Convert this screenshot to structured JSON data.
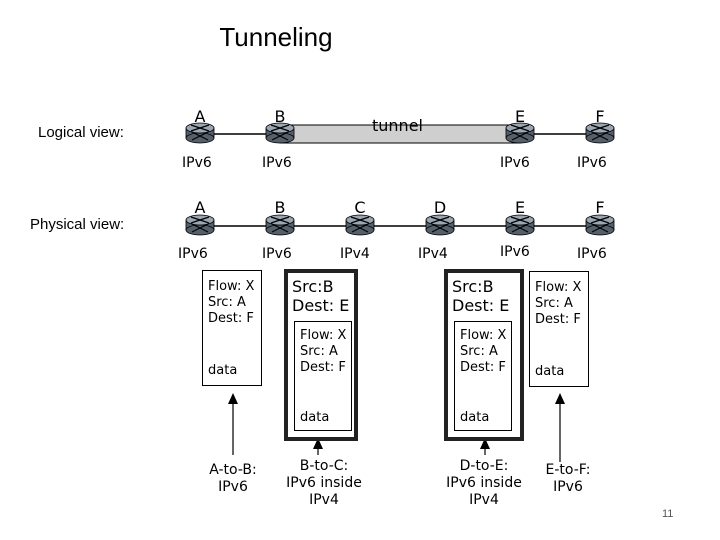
{
  "title": "Tunneling",
  "logical": {
    "label": "Logical view:",
    "tunnel_label": "tunnel",
    "nodes": [
      "A",
      "B",
      "E",
      "F"
    ],
    "protocols": [
      "IPv6",
      "IPv6",
      "IPv6",
      "IPv6"
    ]
  },
  "physical": {
    "label": "Physical view:",
    "nodes": [
      "A",
      "B",
      "C",
      "D",
      "E",
      "F"
    ],
    "protocols": [
      "IPv6",
      "IPv6",
      "IPv4",
      "IPv4",
      "IPv6",
      "IPv6"
    ]
  },
  "packets": {
    "a_to_b": {
      "flow": "Flow: X\nSrc: A\nDest: F",
      "data": "data",
      "caption": "A-to-B:\nIPv6"
    },
    "b_to_c": {
      "header": "Src:B\nDest: E",
      "flow": "Flow: X\nSrc: A\nDest: F",
      "data": "data",
      "caption": "B-to-C:\nIPv6 inside\nIPv4"
    },
    "d_to_e": {
      "header": "Src:B\nDest: E",
      "flow": "Flow: X\nSrc: A\nDest: F",
      "data": "data",
      "caption": "D-to-E:\nIPv6 inside\nIPv4"
    },
    "e_to_f": {
      "flow": "Flow: X\nSrc: A\nDest: F",
      "data": "data",
      "caption": "E-to-F:\nIPv6"
    }
  },
  "page_number": "11",
  "colors": {
    "router_fill": "#9aa7b3",
    "router_dark": "#55606b",
    "tunnel_fill": "#cfcfcf"
  }
}
